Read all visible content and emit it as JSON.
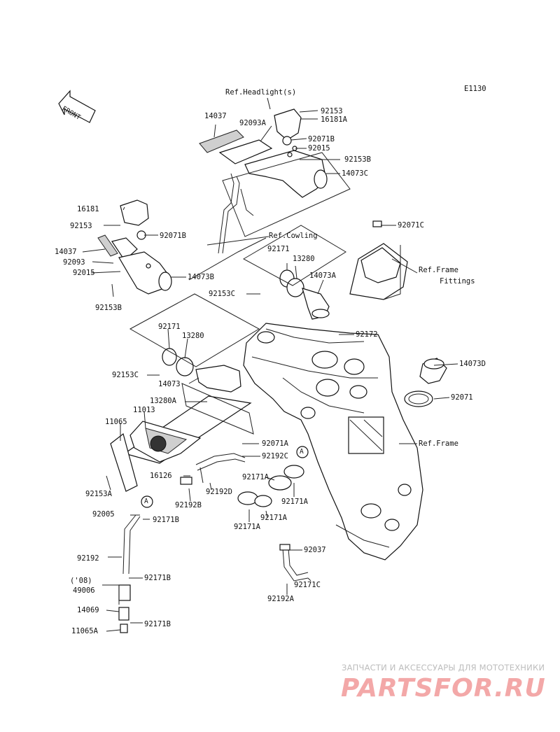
{
  "diagram_code": "E1130",
  "front_label": "FRONT",
  "callouts": {
    "ref_headlights": "Ref.Headlight(s)",
    "p92153_top": "92153",
    "p14037_top": "14037",
    "p92093A": "92093A",
    "p16181A": "16181A",
    "p92071B_top": "92071B",
    "p92015_top": "92015",
    "p92153B_top": "92153B",
    "p14073C": "14073C",
    "p16181": "16181",
    "p92153_left": "92153",
    "p92071B_left": "92071B",
    "ref_cowling": "Ref.Cowling",
    "p92071C": "92071C",
    "p14037_left": "14037",
    "p92093": "92093",
    "p92015_left": "92015",
    "p14073B": "14073B",
    "p92153B_left": "92153B",
    "p92171_mid": "92171",
    "p13280_mid": "13280",
    "p14073A": "14073A",
    "ref_frame_fittings_1": "Ref.Frame",
    "ref_frame_fittings_2": "Fittings",
    "p92153C_mid": "92153C",
    "p92172": "92172",
    "p92171_low": "92171",
    "p13280_low": "13280",
    "p92153C_low": "92153C",
    "p14073": "14073",
    "p14073D": "14073D",
    "p92071": "92071",
    "p13280A": "13280A",
    "p11013": "11013",
    "p11065": "11065",
    "p92071A": "92071A",
    "ref_frame": "Ref.Frame",
    "marker_A_frame": "A",
    "p92192C": "92192C",
    "p16126": "16126",
    "p92192D": "92192D",
    "p92171A_1": "92171A",
    "p92153A": "92153A",
    "p92192B": "92192B",
    "p92171A_2": "92171A",
    "marker_A_hose": "A",
    "p92005": "92005",
    "p92171B_top": "92171B",
    "p92171A_3": "92171A",
    "p92171A_4": "92171A",
    "p92192": "92192",
    "p92037": "92037",
    "p92171B_mid": "92171B",
    "year_08": "('08)",
    "p49006": "49006",
    "p92171C": "92171C",
    "p92192A": "92192A",
    "p14069": "14069",
    "p11065A": "11065A",
    "p92171B_bot": "92171B"
  },
  "watermark": {
    "caption": "ЗАПЧАСТИ И АКСЕССУАРЫ ДЛЯ МОТОТЕХНИКИ",
    "logo": "PARTSFOR.RU",
    "color": "#f3a8a8"
  }
}
